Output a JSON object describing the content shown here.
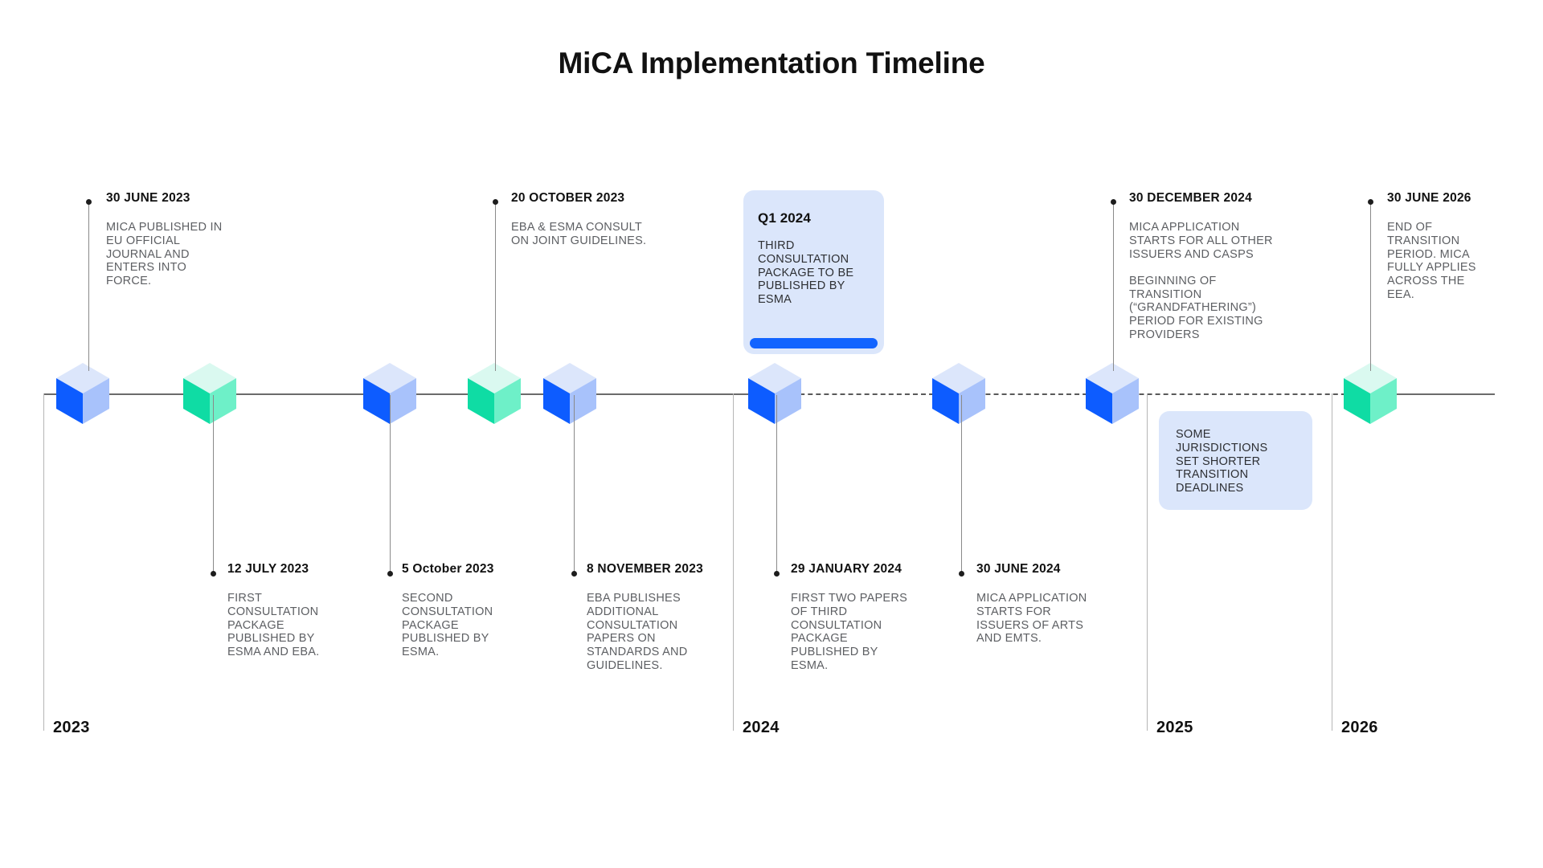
{
  "title": "MiCA Implementation Timeline",
  "colors": {
    "cube_blue_left": "#0d5cff",
    "cube_blue_top": "#dce6fb",
    "cube_blue_right": "#a8c2fb",
    "cube_green_left": "#0fdca4",
    "cube_green_top": "#daf9f0",
    "cube_green_right": "#6ef0c8",
    "card_background": "#dbe6fb",
    "card_accent": "#1264ff",
    "axis": "#6b6b6b",
    "body_text": "#5d5f63",
    "heading_text": "#111111"
  },
  "axis": {
    "solid_start_label": "solid",
    "dashed_label": "dashed",
    "note": "timeline axis"
  },
  "entries_above": [
    {
      "date": "30 JUNE 2023",
      "body": [
        "MICA PUBLISHED IN EU OFFICIAL JOURNAL AND ENTERS INTO FORCE."
      ]
    },
    {
      "date": "20 OCTOBER 2023",
      "body": [
        "EBA & ESMA CONSULT ON JOINT GUIDELINES."
      ]
    },
    {
      "date": "30 DECEMBER 2024",
      "body": [
        "MICA APPLICATION STARTS FOR ALL OTHER ISSUERS AND CASPS",
        "BEGINNING OF TRANSITION (“GRANDFATHERING”) PERIOD FOR EXISTING PROVIDERS"
      ]
    },
    {
      "date": "30 JUNE 2026",
      "body": [
        "END OF TRANSITION PERIOD. MICA FULLY APPLIES ACROSS THE EEA."
      ]
    }
  ],
  "entries_below": [
    {
      "date": "12 JULY 2023",
      "body": [
        "FIRST CONSULTATION PACKAGE PUBLISHED BY ESMA AND EBA."
      ]
    },
    {
      "date": "5 October 2023",
      "body": [
        "SECOND CONSULTATION PACKAGE PUBLISHED BY ESMA."
      ]
    },
    {
      "date": "8 NOVEMBER 2023",
      "body": [
        "EBA PUBLISHES ADDITIONAL CONSULTATION PAPERS ON STANDARDS AND GUIDELINES."
      ]
    },
    {
      "date": "29 JANUARY 2024",
      "body": [
        "FIRST TWO PAPERS OF THIRD CONSULTATION PACKAGE PUBLISHED BY ESMA."
      ]
    },
    {
      "date": "30 JUNE 2024",
      "body": [
        "MICA APPLICATION STARTS FOR ISSUERS OF ARTS AND EMTS."
      ]
    }
  ],
  "cards": [
    {
      "date": "Q1 2024",
      "body": "THIRD CONSULTATION PACKAGE TO BE PUBLISHED BY ESMA"
    },
    {
      "date": "",
      "body": "SOME JURISDICTIONS SET SHORTER TRANSITION DEADLINES"
    }
  ],
  "years": [
    "2023",
    "2024",
    "2025",
    "2026"
  ]
}
